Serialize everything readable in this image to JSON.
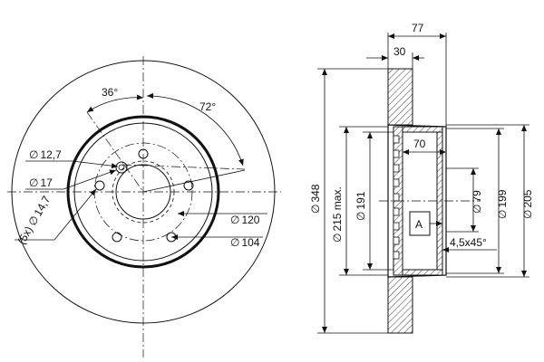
{
  "front_view": {
    "angle_bolt": "36°",
    "angle_pitch": "72°",
    "hole_small": "12,7",
    "hole_pilot": "17",
    "bolt_count": "(5x)",
    "bolt_hole": "14,7",
    "pcd_outer": "120",
    "pcd_inner": "104"
  },
  "side_view": {
    "width_total": "77",
    "thickness": "30",
    "offset": "70",
    "disc_diameter": "348",
    "max_diameter": "215 max.",
    "inner_diameter": "191",
    "hub_bore": "79",
    "hat_diameter": "199",
    "hat_outer": "205",
    "datum": "A",
    "chamfer": "4,5x45°"
  },
  "symbols": {
    "diameter": "∅"
  }
}
